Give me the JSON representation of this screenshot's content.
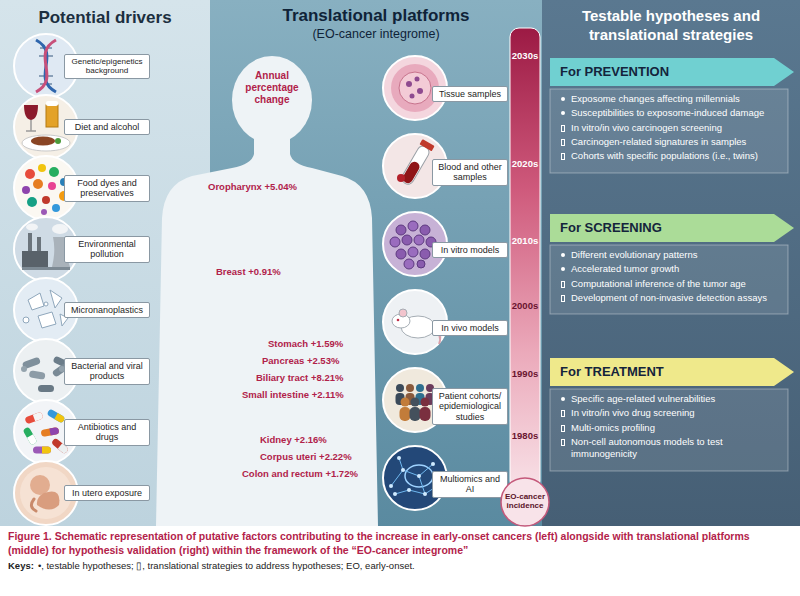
{
  "diagram": {
    "caption": "Figure 1. Schematic representation of putative factors contributing to the increase in early-onset cancers (left) alongside with translational platforms (middle) for hypothesis validation (right) within the framework of the “EO-cancer integrome”",
    "nodes": [
      {
        "text": [
          "Potential drivers"
        ]
      },
      {
        "text": [
          "Genetic/epigenetics background"
        ],
        "in": 0
      },
      {
        "text": [
          "Diet and alcohol"
        ],
        "in": 0
      },
      {
        "text": [
          "Food dyes and preservatives"
        ],
        "in": 0
      },
      {
        "text": [
          "Environmental pollution"
        ],
        "in": 0
      },
      {
        "text": [
          "Micronanoplastics"
        ],
        "in": 0
      },
      {
        "text": [
          "Bacterial and viral products"
        ],
        "in": 0
      },
      {
        "text": [
          "Antibiotics and drugs"
        ],
        "in": 0
      },
      {
        "text": [
          "In utero exposure"
        ],
        "in": 0
      },
      {
        "text": [
          "Annual percentage change",
          "Oropharynx +5.04%",
          "Breast +0.91%",
          "Stomach +1.59%",
          "Pancreas +2.53%",
          "Biliary tract +8.21%",
          "Small intestine +2.11%",
          "Kidney +2.16%",
          "Corpus uteri +2.22%",
          "Colon and rectum +1.72%"
        ]
      },
      {
        "text": [
          "Translational platforms",
          "(EO-cancer integrome)"
        ]
      },
      {
        "text": [
          "Tissue samples"
        ],
        "in": 10
      },
      {
        "text": [
          "Blood and other samples"
        ],
        "in": 10
      },
      {
        "text": [
          "In vitro models"
        ],
        "in": 10
      },
      {
        "text": [
          "In vivo models"
        ],
        "in": 10
      },
      {
        "text": [
          "Patient cohorts/ epidemiological studies"
        ],
        "in": 10
      },
      {
        "text": [
          "Multiomics and AI"
        ],
        "in": 10
      },
      {
        "text": [
          "2030s",
          "2020s",
          "2010s",
          "2000s",
          "1990s",
          "1980s",
          "EO-cancer incidence"
        ]
      },
      {
        "text": [
          "Testable hypotheses and translational strategies"
        ]
      },
      {
        "text": [
          "For PREVENTION",
          "Exposome changes affecting millennials",
          "Susceptibilities to exposome-induced damage",
          "In vitro/in vivo carcinogen screening",
          "Carcinogen-related signatures in samples",
          "Cohorts with specific populations (i.e., twins)"
        ],
        "in": 18
      },
      {
        "text": [
          "For SCREENING",
          "Different evolutionary patterns",
          "Accelerated tumor growth",
          "Computational inference of the tumor age",
          "Development of non-invasive detection assays"
        ],
        "in": 18
      },
      {
        "text": [
          "For TREATMENT",
          "Specific age-related vulnerabilities",
          "In vitro/in vivo drug screening",
          "Multi-omics profiling",
          "Non-cell autonomous models to test immunogenicity"
        ],
        "in": 18
      }
    ],
    "labels": [
      "Keys:",
      "•, testable hypotheses; ▯, translational strategies to address hypotheses; EO, early-onset."
    ]
  }
}
